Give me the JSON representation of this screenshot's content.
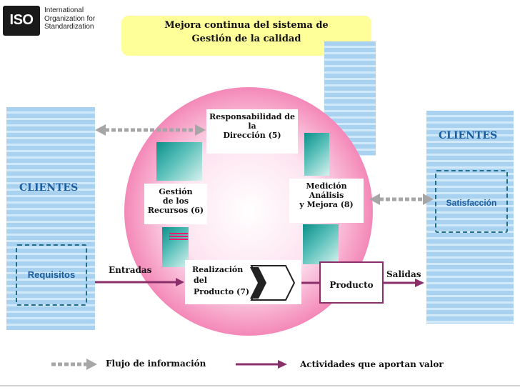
{
  "logo": {
    "mark": "ISO",
    "lines": [
      "International",
      "Organization for",
      "Standardization"
    ]
  },
  "title": {
    "line1": "Mejora continua del sistema de",
    "line2": "Gestión de la calidad"
  },
  "clients_left": {
    "label": "CLIENTES",
    "box_label": "Requisitos"
  },
  "clients_right": {
    "label": "CLIENTES",
    "box_label": "Satisfacción"
  },
  "processes": {
    "responsabilidad": [
      "Responsabilidad de",
      "la",
      "Dirección (5)"
    ],
    "gestion": [
      "Gestión",
      "de los",
      "Recursos (6)"
    ],
    "medicion": [
      "Medición",
      "Análisis",
      "y Mejora (8)"
    ],
    "realizacion": [
      "Realización",
      "del",
      "Producto (7)"
    ]
  },
  "flow": {
    "entradas": "Entradas",
    "producto": "Producto",
    "salidas": "Salidas"
  },
  "legend": {
    "info_flow": "Flujo de información",
    "value_activities": "Actividades que aportan valor"
  },
  "colors": {
    "title_bg": "#ffff99",
    "circle_edge": "#e9196e",
    "arrow_value": "#8b2f6b",
    "arrow_info": "#a6a6a6",
    "requirement_box": "#1f6f8c",
    "requirement_text": "#1a5c9c"
  }
}
